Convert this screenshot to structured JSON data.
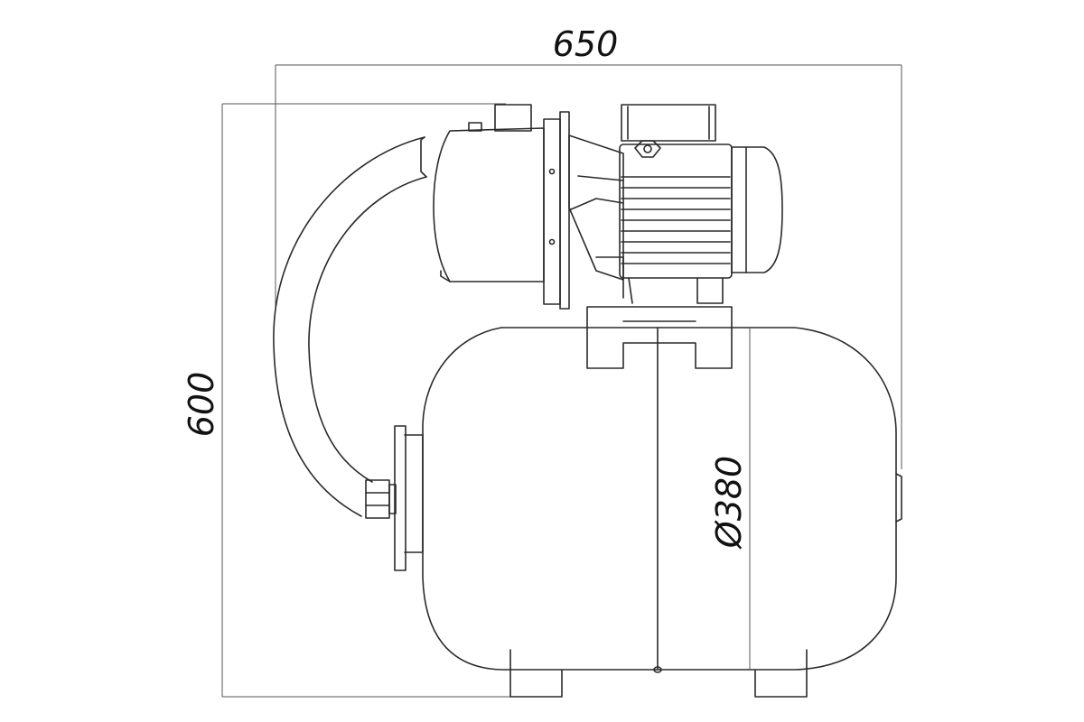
{
  "dimensions": {
    "width_label": "650",
    "height_label": "600",
    "diameter_label": "Ø380"
  }
}
